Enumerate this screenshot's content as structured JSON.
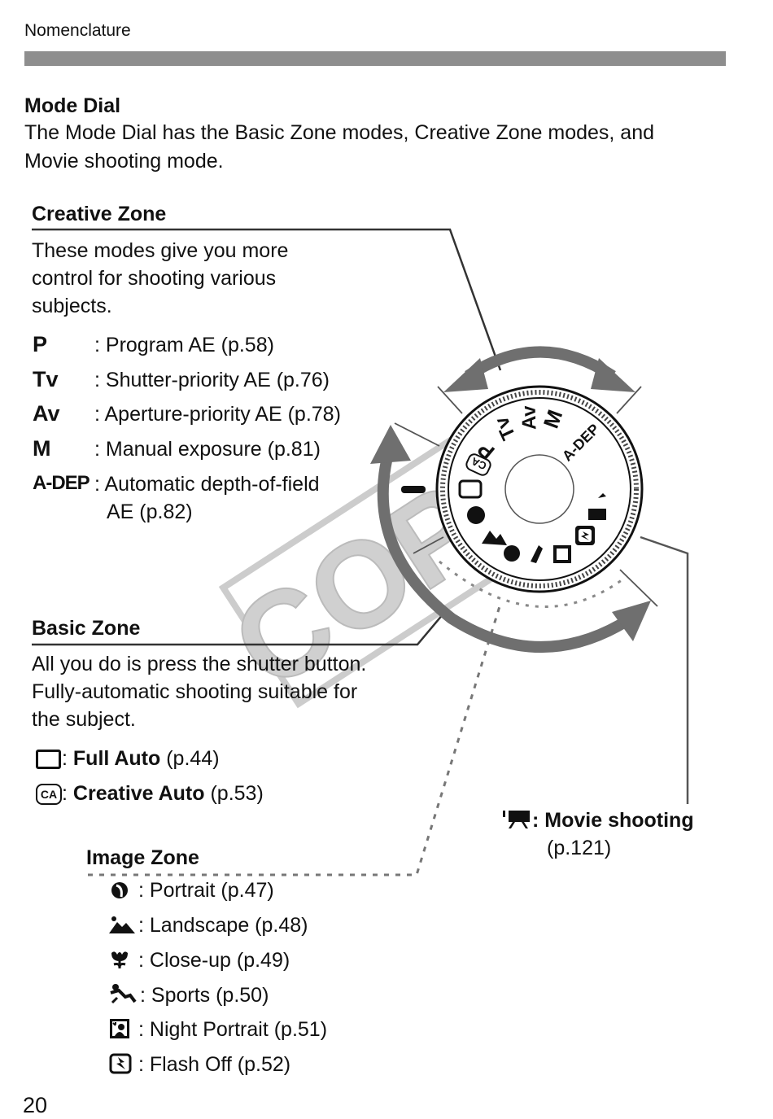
{
  "header": {
    "section": "Nomenclature",
    "page_number": "20"
  },
  "intro": {
    "title": "Mode Dial",
    "line1": "The Mode Dial has the Basic Zone modes, Creative Zone modes, and",
    "line2": "Movie shooting mode."
  },
  "creative_zone": {
    "title": "Creative Zone",
    "desc": [
      "These modes give you more",
      "control for shooting various",
      "subjects."
    ],
    "modes": [
      {
        "symbol": "P",
        "text": ": Program AE (p.58)"
      },
      {
        "symbol": "Tv",
        "text": ": Shutter-priority AE (p.76)"
      },
      {
        "symbol": "Av",
        "text": ": Aperture-priority AE (p.78)"
      },
      {
        "symbol": "M",
        "text": ": Manual exposure (p.81)"
      },
      {
        "symbol": "A-DEP",
        "text": ": Automatic depth-of-field",
        "text2": "AE (p.82)"
      }
    ]
  },
  "basic_zone": {
    "title": "Basic Zone",
    "desc": [
      "All you do is press the shutter button.",
      "Fully-automatic shooting suitable for",
      "the subject."
    ],
    "full_auto": {
      "sep": ":",
      "name": "Full Auto",
      "page": "(p.44)"
    },
    "creative_auto": {
      "icon_text": "CA",
      "sep": ":",
      "name": "Creative Auto",
      "page": "(p.53)"
    }
  },
  "image_zone": {
    "title": "Image Zone",
    "items": [
      {
        "icon": "portrait-icon",
        "text": ": Portrait (p.47)"
      },
      {
        "icon": "landscape-icon",
        "text": ": Landscape (p.48)"
      },
      {
        "icon": "close-up-icon",
        "text": ": Close-up (p.49)"
      },
      {
        "icon": "sports-icon",
        "text": ": Sports (p.50)"
      },
      {
        "icon": "night-portrait-icon",
        "text": ": Night Portrait (p.51)"
      },
      {
        "icon": "flash-off-icon",
        "text": ": Flash Off (p.52)"
      }
    ]
  },
  "movie": {
    "label": ": Movie shooting",
    "page": "(p.121)"
  },
  "dial": {
    "labels": [
      "P",
      "Tv",
      "Av",
      "M",
      "A-DEP",
      "CA"
    ],
    "watermark": "COPY"
  }
}
